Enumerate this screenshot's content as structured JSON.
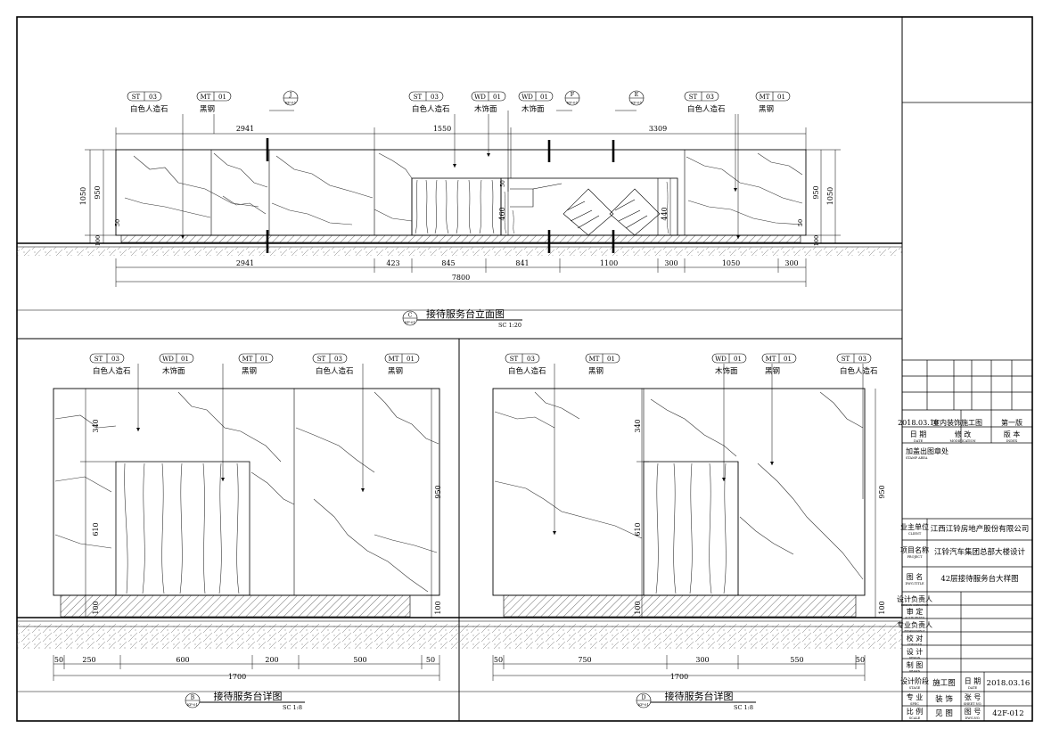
{
  "drawing": {
    "elevation": {
      "title": "接待服务台立面图",
      "ref": "C",
      "sheet": "KF-01",
      "scale": "SC 1:20",
      "tags": [
        {
          "code": "ST",
          "num": "03",
          "label": "白色人造石"
        },
        {
          "code": "MT",
          "num": "01",
          "label": "黑钢"
        },
        {
          "code": "J",
          "num": "KF-05",
          "label": ""
        },
        {
          "code": "ST",
          "num": "03",
          "label": "白色人造石"
        },
        {
          "code": "WD",
          "num": "01",
          "label": "木饰面"
        },
        {
          "code": "WD",
          "num": "01",
          "label": "木饰面"
        },
        {
          "code": "F",
          "num": "KF-05",
          "label": ""
        },
        {
          "code": "E",
          "num": "KF-05",
          "label": ""
        },
        {
          "code": "ST",
          "num": "03",
          "label": "白色人造石"
        },
        {
          "code": "MT",
          "num": "01",
          "label": "黑钢"
        }
      ],
      "top_dims": [
        "2941",
        "1550",
        "3309"
      ],
      "bottom_dims": [
        "2941",
        "423",
        "845",
        "841",
        "1100",
        "300",
        "1050",
        "300"
      ],
      "total_dim": "7800",
      "left_dims": [
        "1050",
        "950",
        "100",
        "50"
      ],
      "right_dims": [
        "950",
        "1050",
        "100",
        "50"
      ],
      "inner_dims": [
        "460",
        "440",
        "50"
      ]
    },
    "detail_b": {
      "title": "接待服务台详图",
      "ref": "B",
      "sheet": "KF-01",
      "scale": "SC 1:8",
      "tags": [
        {
          "code": "ST",
          "num": "03",
          "label": "白色人造石"
        },
        {
          "code": "WD",
          "num": "01",
          "label": "木饰面"
        },
        {
          "code": "MT",
          "num": "01",
          "label": "黑钢"
        },
        {
          "code": "ST",
          "num": "03",
          "label": "白色人造石"
        },
        {
          "code": "MT",
          "num": "01",
          "label": "黑钢"
        }
      ],
      "bottom_dims": [
        "50",
        "250",
        "600",
        "200",
        "500",
        "50"
      ],
      "total_dim": "1700",
      "left_dims": [
        "340",
        "610",
        "100"
      ],
      "right_dims": [
        "950",
        "100"
      ]
    },
    "detail_d": {
      "title": "接待服务台详图",
      "ref": "D",
      "sheet": "KF-01",
      "scale": "SC 1:8",
      "tags": [
        {
          "code": "ST",
          "num": "03",
          "label": "白色人造石"
        },
        {
          "code": "MT",
          "num": "01",
          "label": "黑钢"
        },
        {
          "code": "WD",
          "num": "01",
          "label": "木饰面"
        },
        {
          "code": "MT",
          "num": "01",
          "label": "黑钢"
        },
        {
          "code": "ST",
          "num": "03",
          "label": "白色人造石"
        }
      ],
      "bottom_dims": [
        "50",
        "750",
        "300",
        "550",
        "50"
      ],
      "total_dim": "1700",
      "left_dims": [
        "340",
        "610",
        "100"
      ],
      "right_dims": [
        "950",
        "100"
      ]
    }
  },
  "title_block": {
    "revision": {
      "date": "2018.03.16",
      "desc": "室内装饰施工图",
      "version": "第一版"
    },
    "rev_headers": {
      "date": "日  期",
      "date_en": "DATE",
      "desc": "修  改",
      "desc_en": "MODIFICATION",
      "ver": "版  本",
      "ver_en": "INDEX"
    },
    "stamp": {
      "label": "加盖出图章处",
      "label_en": "STAMP AREA"
    },
    "client": {
      "label": "业主单位",
      "label_en": "CLIENT",
      "value": "江西江铃房地产股份有限公司"
    },
    "project": {
      "label": "项目名称",
      "label_en": "PROJECT",
      "value": "江铃汽车集团总部大楼设计"
    },
    "drawing_name": {
      "label": "图  名",
      "label_en": "DWG.TITLE",
      "value": "42层接待服务台大样图"
    },
    "roles": [
      {
        "label": "设计负责人",
        "label_en": "DESIGN DIRECTOR"
      },
      {
        "label": "审  定",
        "label_en": "AUTHORIZED"
      },
      {
        "label": "专业负责人",
        "label_en": "RESPONSIBLE"
      },
      {
        "label": "校  对",
        "label_en": "CHECKED"
      },
      {
        "label": "设  计",
        "label_en": "DESIGN"
      },
      {
        "label": "制  图",
        "label_en": "DRAWN"
      }
    ],
    "stage": {
      "label": "设计阶段",
      "label_en": "STAGE",
      "value": "施工图",
      "date_label": "日  期",
      "date_label_en": "DATE",
      "date": "2018.03.16"
    },
    "discipline": {
      "label": "专  业",
      "label_en": "SPEC",
      "value": "装  饰",
      "sheet_label": "张  号",
      "sheet_label_en": "SHEET NO."
    },
    "scale": {
      "label": "比  例",
      "label_en": "SCALE",
      "value": "见  图",
      "no_label": "图  号",
      "no_label_en": "DWG.NO.",
      "no": "42F-012"
    }
  }
}
